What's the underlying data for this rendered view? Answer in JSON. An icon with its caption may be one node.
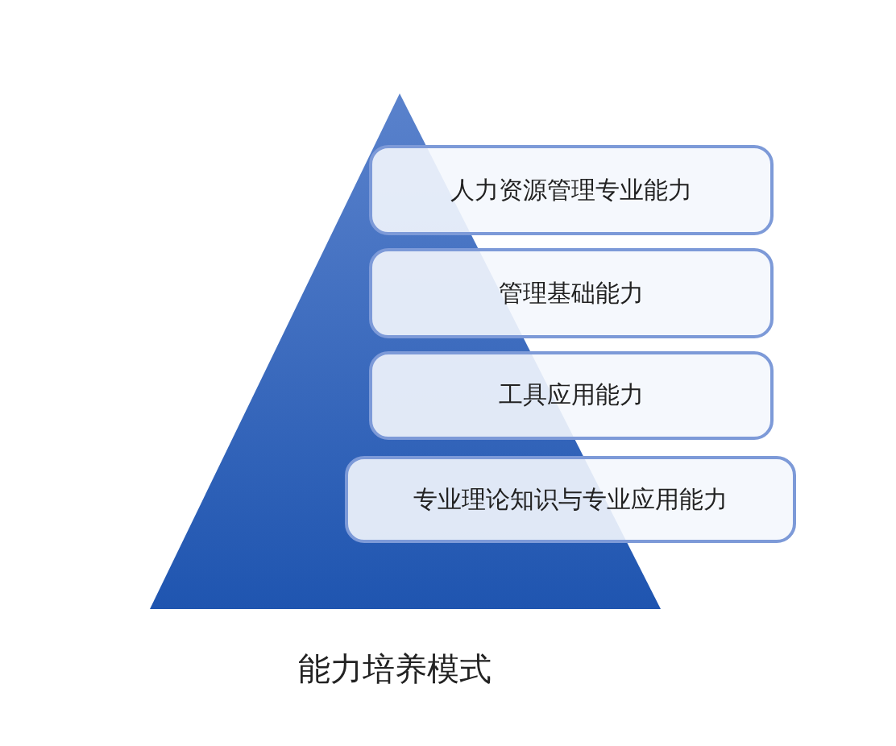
{
  "diagram": {
    "caption": "能力培养模式",
    "nodes": [
      {
        "text": [
          "人力资源管理专业能力"
        ]
      },
      {
        "text": [
          "管理基础能力"
        ]
      },
      {
        "text": [
          "工具应用能力"
        ]
      },
      {
        "text": [
          "专业理论知识与专业应用能力"
        ]
      }
    ]
  }
}
